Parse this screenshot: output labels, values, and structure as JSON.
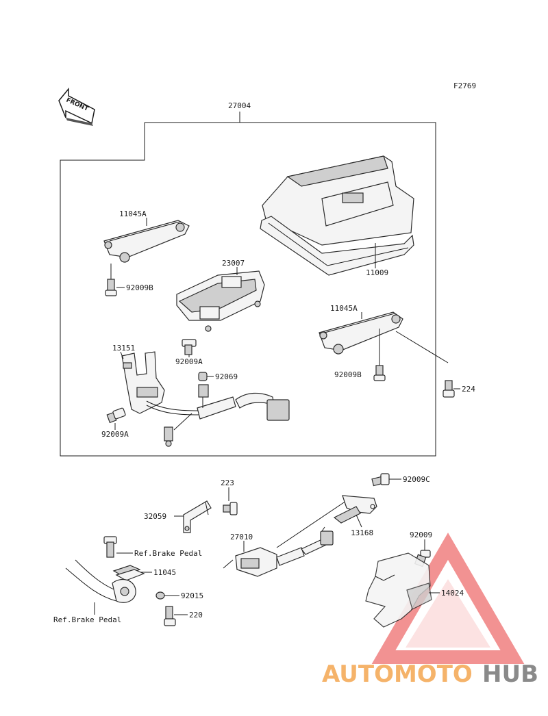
{
  "figure_code": "F2769",
  "front_label": "FRONT",
  "labels": {
    "main_assembly": "27004",
    "bracket_top_left": "11045A",
    "bolt_top_left": "92009B",
    "cover_part": "23007",
    "meter_case": "11009",
    "bracket_right": "11045A",
    "bolt_right": "92009B",
    "screw_224": "224",
    "bolt_center": "92009A",
    "switch_13151": "13151",
    "grommet_92069": "92069",
    "bolt_lower_left": "92009A",
    "bolt_223": "223",
    "bolt_92009c": "92009C",
    "bracket_32059": "32059",
    "switch_27010": "27010",
    "bracket_13168": "13168",
    "ref_brake_pedal_upper": "Ref.Brake Pedal",
    "bolt_92009": "92009",
    "bracket_11045": "11045",
    "cover_14024": "14024",
    "nut_92015": "92015",
    "ref_brake_pedal_lower": "Ref.Brake Pedal",
    "bolt_220": "220"
  },
  "watermark": {
    "part1": "AUTOMOTO",
    "part2": "HUB",
    "color1": "#f5b36a",
    "color2": "#8a8a8a",
    "triangle_color": "#f08080"
  }
}
